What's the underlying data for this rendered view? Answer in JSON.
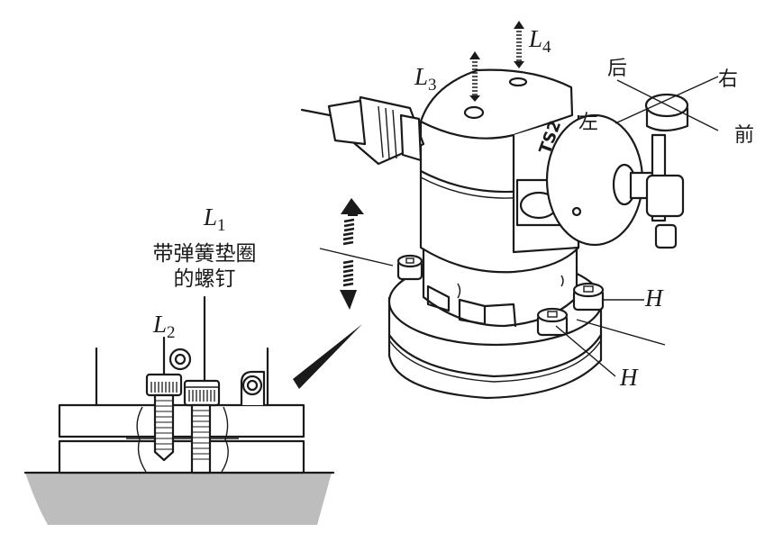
{
  "diagram": {
    "labels": {
      "L1": {
        "letter": "L",
        "sub": "1"
      },
      "L2": {
        "letter": "L",
        "sub": "2"
      },
      "L3": {
        "letter": "L",
        "sub": "3"
      },
      "L4": {
        "letter": "L",
        "sub": "4"
      },
      "H_upper": "H",
      "H_lower": "H",
      "screw_caption_line1": "带弹簧垫圈",
      "screw_caption_line2": "的螺钉"
    },
    "directions": {
      "back": "后",
      "right": "右",
      "left": "左",
      "front": "前"
    },
    "device_brand": "TS2",
    "colors": {
      "line": "#1a1a1a",
      "base_fill": "#bdbdbd",
      "background": "#ffffff"
    }
  }
}
